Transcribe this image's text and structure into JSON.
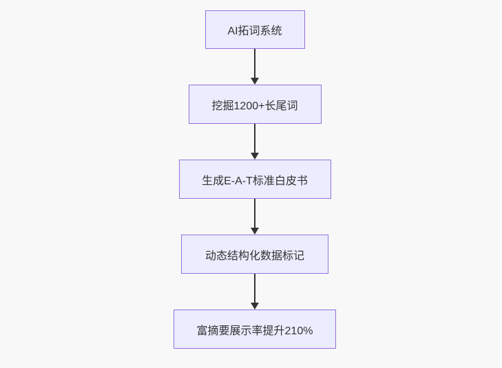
{
  "diagram": {
    "type": "flowchart",
    "direction": "top-down",
    "nodes": [
      {
        "id": "node-1",
        "label": "AI拓词系统"
      },
      {
        "id": "node-2",
        "label": "挖掘1200+长尾词"
      },
      {
        "id": "node-3",
        "label": "生成E-A-T标准白皮书"
      },
      {
        "id": "node-4",
        "label": "动态结构化数据标记"
      },
      {
        "id": "node-5",
        "label": "富摘要展示率提升210%"
      }
    ],
    "edges": [
      {
        "from": "node-1",
        "to": "node-2"
      },
      {
        "from": "node-2",
        "to": "node-3"
      },
      {
        "from": "node-3",
        "to": "node-4"
      },
      {
        "from": "node-4",
        "to": "node-5"
      }
    ],
    "colors": {
      "node_fill": "#ECECFF",
      "node_border": "#9370DB",
      "node_text": "#333333",
      "arrow": "#333333",
      "background": "#f8f8f8"
    }
  }
}
